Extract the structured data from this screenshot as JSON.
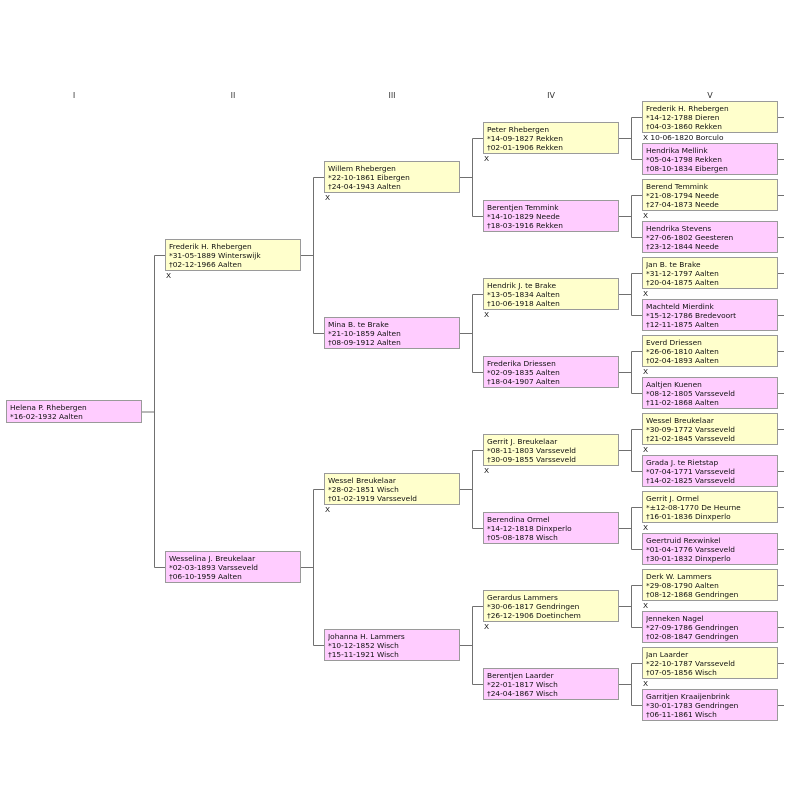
{
  "generations": [
    "I",
    "II",
    "III",
    "IV",
    "V"
  ],
  "persons": [
    {
      "name": "Helena P. Rhebergen",
      "lines": [
        "*16-02-1932 Aalten"
      ]
    },
    {
      "name": "Frederik H. Rhebergen",
      "lines": [
        "*31-05-1889 Winterswijk",
        "†02-12-1966 Aalten"
      ]
    },
    {
      "name": "Wesselina J. Breukelaar",
      "lines": [
        "*02-03-1893 Varsseveld",
        "†06-10-1959 Aalten"
      ]
    },
    {
      "name": "Willem Rhebergen",
      "lines": [
        "*22-10-1861 Eibergen",
        "†24-04-1943 Aalten"
      ]
    },
    {
      "name": "Mina B. te Brake",
      "lines": [
        "*21-10-1859 Aalten",
        "†08-09-1912 Aalten"
      ]
    },
    {
      "name": "Wessel Breukelaar",
      "lines": [
        "*28-02-1851 Wisch",
        "†01-02-1919 Varsseveld"
      ]
    },
    {
      "name": "Johanna H. Lammers",
      "lines": [
        "*10-12-1852 Wisch",
        "†15-11-1921 Wisch"
      ]
    },
    {
      "name": "Peter Rhebergen",
      "lines": [
        "*14-09-1827 Rekken",
        "†02-01-1906 Rekken"
      ]
    },
    {
      "name": "Berentjen Temmink",
      "lines": [
        "*14-10-1829 Neede",
        "†18-03-1916 Rekken"
      ]
    },
    {
      "name": "Hendrik J. te Brake",
      "lines": [
        "*13-05-1834 Aalten",
        "†10-06-1918 Aalten"
      ]
    },
    {
      "name": "Frederika Driessen",
      "lines": [
        "*02-09-1835 Aalten",
        "†18-04-1907 Aalten"
      ]
    },
    {
      "name": "Gerrit J. Breukelaar",
      "lines": [
        "*08-11-1803 Varsseveld",
        "†30-09-1855 Varsseveld"
      ]
    },
    {
      "name": "Berendina Ormel",
      "lines": [
        "*14-12-1818 Dinxperlo",
        "†05-08-1878 Wisch"
      ]
    },
    {
      "name": "Gerardus Lammers",
      "lines": [
        "*30-06-1817 Gendringen",
        "†26-12-1906 Doetinchem"
      ]
    },
    {
      "name": "Berentjen Laarder",
      "lines": [
        "*22-01-1817 Wisch",
        "†24-04-1867 Wisch"
      ]
    },
    {
      "name": "Frederik H. Rhebergen",
      "lines": [
        "*14-12-1788 Dieren",
        "†04-03-1860 Rekken"
      ]
    },
    {
      "name": "Hendrika Mellink",
      "lines": [
        "*05-04-1798 Rekken",
        "†08-10-1834 Eibergen"
      ]
    },
    {
      "name": "Berend Temmink",
      "lines": [
        "*21-08-1794 Neede",
        "†27-04-1873 Neede"
      ]
    },
    {
      "name": "Hendrika Stevens",
      "lines": [
        "*27-06-1802 Geesteren",
        "†23-12-1844 Neede"
      ]
    },
    {
      "name": "Jan B. te Brake",
      "lines": [
        "*31-12-1797 Aalten",
        "†20-04-1875 Aalten"
      ]
    },
    {
      "name": "Machteld Mierdink",
      "lines": [
        "*15-12-1786 Bredevoort",
        "†12-11-1875 Aalten"
      ]
    },
    {
      "name": "Everd Driessen",
      "lines": [
        "*26-06-1810 Aalten",
        "†02-04-1893 Aalten"
      ]
    },
    {
      "name": "Aaltjen Kuenen",
      "lines": [
        "*08-12-1805 Varsseveld",
        "†11-02-1868 Aalten"
      ]
    },
    {
      "name": "Wessel Breukelaar",
      "lines": [
        "*30-09-1772 Varsseveld",
        "†21-02-1845 Varsseveld"
      ]
    },
    {
      "name": "Grada J. te Rietstap",
      "lines": [
        "*07-04-1771 Varsseveld",
        "†14-02-1825 Varsseveld"
      ]
    },
    {
      "name": "Gerrit J. Ormel",
      "lines": [
        "*±12-08-1770 De Heurne",
        "†16-01-1836 Dinxperlo"
      ]
    },
    {
      "name": "Geertruid Rexwinkel",
      "lines": [
        "*01-04-1776 Varsseveld",
        "†30-01-1832 Dinxperlo"
      ]
    },
    {
      "name": "Derk W. Lammers",
      "lines": [
        "*29-08-1790 Aalten",
        "†08-12-1868 Gendringen"
      ]
    },
    {
      "name": "Jenneken Nagel",
      "lines": [
        "*27-09-1786 Gendringen",
        "†02-08-1847 Gendringen"
      ]
    },
    {
      "name": "Jan Laarder",
      "lines": [
        "*22-10-1787 Varsseveld",
        "†07-05-1856 Wisch"
      ]
    },
    {
      "name": "Garritjen Kraaijenbrink",
      "lines": [
        "*30-01-1783 Gendringen",
        "†06-11-1861 Wisch"
      ]
    }
  ],
  "marriages": {
    "1": "X",
    "3": "X",
    "5": "X",
    "7": "X",
    "9": "X",
    "11": "X",
    "13": "X",
    "15": "X 10-06-1820 Borculo",
    "17": "X",
    "19": "X",
    "21": "X",
    "23": "X",
    "25": "X",
    "27": "X",
    "29": "X"
  },
  "colors": {
    "male": "#ffffcc",
    "female": "#ffccff",
    "line": "#707070",
    "border": "#9a9a9a"
  }
}
